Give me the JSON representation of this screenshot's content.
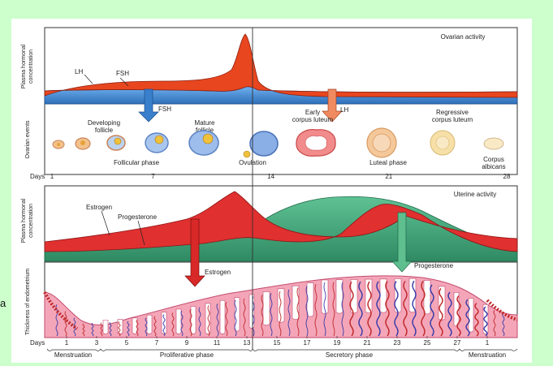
{
  "slide_edge_text": "a",
  "ovarian": {
    "panel_title": "Ovarian activity",
    "y_axis_hormone": "Plasma hormonal concentration",
    "y_axis_events": "Ovarian events",
    "hormones": {
      "lh": "LH",
      "fsh": "FSH"
    },
    "arrows": {
      "fsh": "FSH",
      "lh": "LH"
    },
    "stages": {
      "developing": "Developing follicle",
      "mature": "Mature follicle",
      "early_cl": "Early corpus luteum",
      "regressive_cl": "Regressive corpus luteum",
      "albicans": "Corpus albicans",
      "ovulation": "Ovulation"
    },
    "phases": {
      "follicular": "Follicular phase",
      "luteal": "Luteal phase"
    },
    "days_label": "Days",
    "days": [
      "1",
      "7",
      "14",
      "21",
      "28"
    ]
  },
  "uterine": {
    "panel_title": "Uterine activity",
    "y_axis_hormone": "Plasma hormonal concentration",
    "y_axis_endometrium": "Thickness of endometrium",
    "hormones": {
      "estrogen": "Estrogen",
      "progesterone": "Progesterone"
    },
    "arrows": {
      "estrogen": "Estrogen",
      "progesterone": "Progesterone"
    },
    "days_label": "Days",
    "days": [
      "1",
      "3",
      "5",
      "7",
      "9",
      "11",
      "13",
      "15",
      "17",
      "19",
      "21",
      "23",
      "25",
      "27",
      "1"
    ],
    "phases": {
      "menstruation_start": "Menstruation",
      "proliferative": "Proliferative phase",
      "secretory": "Secretory phase",
      "menstruation_end": "Menstruation"
    }
  },
  "colors": {
    "background": "#ccffcc",
    "lh_fill": "#e8461f",
    "fsh_fill": "#4a8fd6",
    "estrogen_fill": "#e03030",
    "progesterone_fill": "#3aa57a",
    "endometrium": "#f4a6b8",
    "vessel_blue": "#3a3aa8",
    "vessel_red": "#c02828"
  }
}
